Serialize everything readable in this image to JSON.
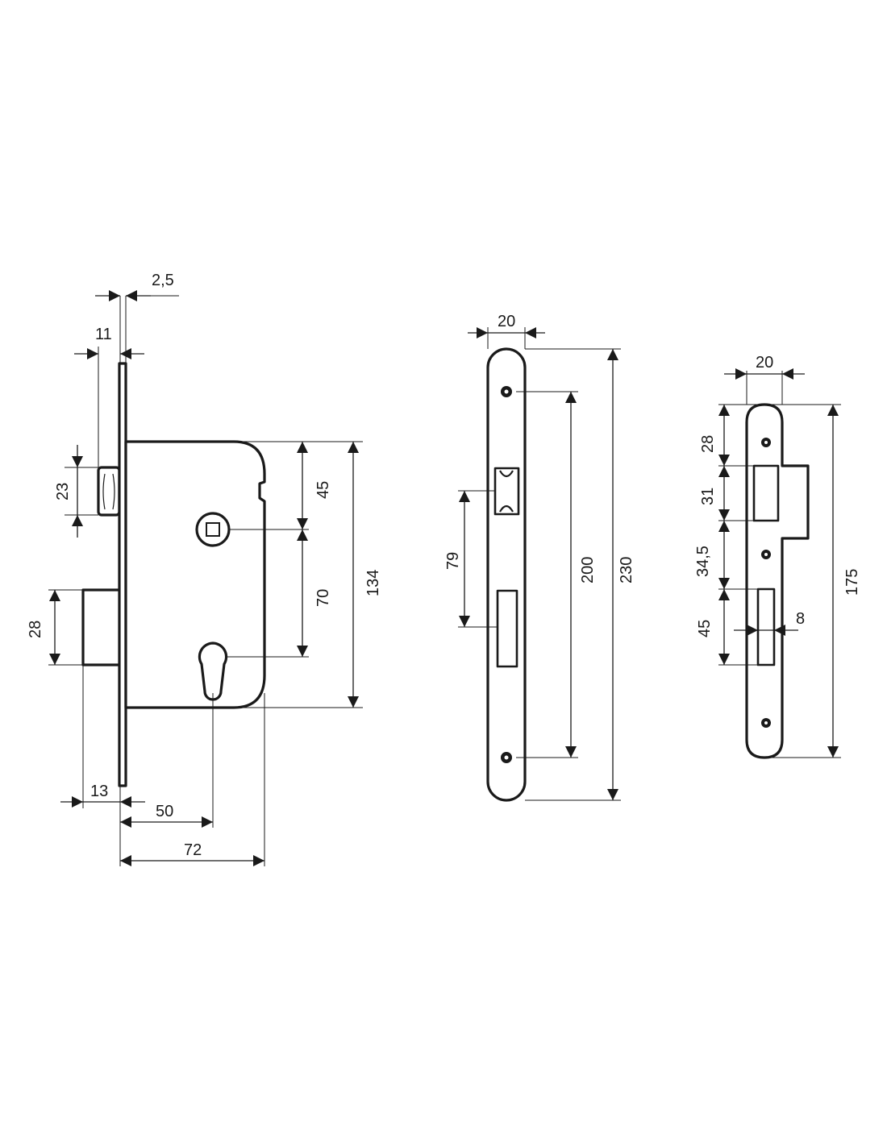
{
  "views": {
    "lock_body": {
      "dims": {
        "faceplate_thickness": "2,5",
        "latch_offset": "11",
        "latch_height": "23",
        "deadbolt_height": "28",
        "spindle_from_top": "45",
        "spindle_to_cylinder": "70",
        "case_height": "134",
        "deadbolt_projection": "13",
        "backset": "50",
        "case_depth": "72"
      }
    },
    "faceplate": {
      "dims": {
        "width": "20",
        "latch_to_bolt": "79",
        "screw_spacing": "200",
        "length": "230"
      }
    },
    "strike_plate": {
      "dims": {
        "width": "20",
        "top_to_latch": "28",
        "latch_opening": "31",
        "latch_to_bolt": "34,5",
        "bolt_opening": "45",
        "bolt_width": "8",
        "length": "175"
      }
    }
  },
  "colors": {
    "line": "#1a1a1a",
    "background": "#ffffff"
  }
}
